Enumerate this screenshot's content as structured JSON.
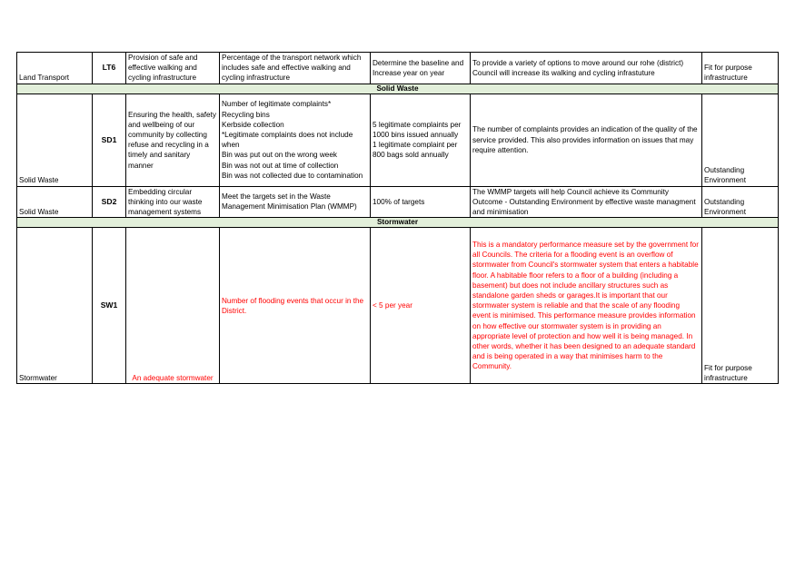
{
  "sections": {
    "solid_waste": "Solid Waste",
    "stormwater": "Stormwater"
  },
  "rows": {
    "lt6": {
      "area": "Land Transport",
      "code": "LT6",
      "objective": "Provision of safe and effective walking and cycling infrastructure",
      "measure": "Percentage of the transport network which includes safe and effective walking and cycling infrastructure",
      "target": "Determine the baseline and Increase year on year",
      "rationale": "To  provide a variety of options to move around our rohe (district) Council will increase its walking and cycling infrastuture",
      "outcome": "Fit for purpose infrastructure"
    },
    "sd1": {
      "area": "Solid Waste",
      "code": "SD1",
      "objective": "Ensuring the health, safety and wellbeing of our community by collecting refuse and recycling in a timely and sanitary manner",
      "measure": "Number of legitimate complaints*\nRecycling bins\nKerbside collection\n *Legitimate complaints does not include when\nBin was put out on the wrong week\nBin was not out at time of collection\nBin was not collected due to contamination",
      "target": "5 legitimate complaints per 1000 bins issued annually\n 1 legitimate complaint per 800 bags sold annually",
      "rationale": "The number of complaints provides an indication of the quality of the service provided. This also provides information on issues that may require attention.",
      "outcome": "Outstanding Environment"
    },
    "sd2": {
      "area": "Solid Waste",
      "code": "SD2",
      "objective": "Embedding circular thinking into our waste management systems",
      "measure": "Meet the targets set in the Waste Management Minimisation Plan (WMMP)",
      "target": "100% of targets",
      "rationale": "The WMMP targets will help Council achieve its Community Outcome - Outstanding Environment by effective waste  managment and minimisation",
      "outcome": "Outstanding Environment"
    },
    "sw1": {
      "area": "Stormwater",
      "code": "SW1",
      "objective": "An adequate stormwater",
      "measure": "Number of flooding events that occur in the District.",
      "target": "< 5 per year",
      "rationale": "This is a mandatory performance measure set by the government for all Councils. The criteria for a  flooding event is an overflow of stormwater from Council's stormwater system that enters a habitable floor. A habitable floor refers to a floor of a building (including a basement) but does not include ancillary structures such as standalone garden sheds or garages.It is important that our stormwater system is reliable and that the scale of any flooding event is minimised. This performance measure provides information on how effective our stormwater system is in providing an appropriate level of protection and how well it is being managed. In other words, whether it has been designed to an adequate standard and is being operated in a way that minimises harm to the Community.",
      "outcome": "Fit for purpose infrastructure"
    }
  },
  "colors": {
    "section_fill": "#e2efda",
    "highlight_text": "#ff0000",
    "border": "#000000"
  }
}
